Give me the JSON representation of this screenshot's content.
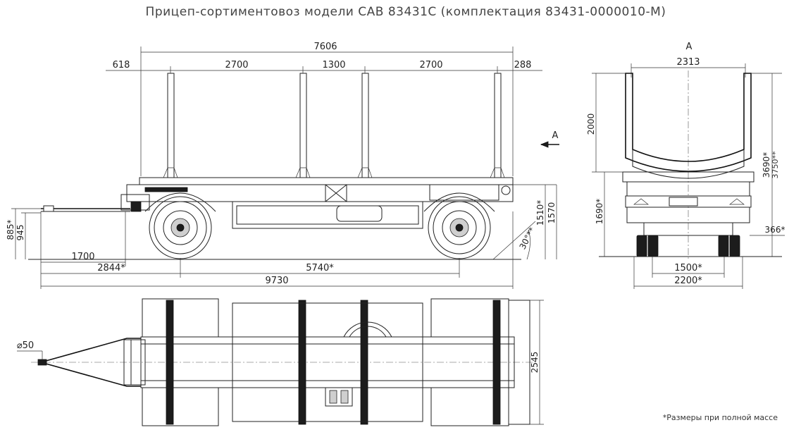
{
  "title": "Прицеп-сортиментовоз модели САВ 83431С (комплектация 83431-0000010-М)",
  "section_view_label": "А",
  "section_arrow_label": "А",
  "note": "*Размеры при полной массе",
  "side_view": {
    "overall_top": "7606",
    "top_segments": [
      "618",
      "2700",
      "1300",
      "2700",
      "288"
    ],
    "left_heights": [
      "885*",
      "945"
    ],
    "right_heights": [
      "1510*",
      "1570"
    ],
    "angle": "30°**",
    "bottom_1": "1700",
    "bottom_2a": "2844*",
    "bottom_2b": "5740*",
    "overall_length": "9730"
  },
  "rear_view": {
    "top_width": "2313",
    "stanchion_height": "2000",
    "total_height": "3690*",
    "total_height_alt": "3750**",
    "platform_height": "1690*",
    "ground_clearance": "366*",
    "track": "1500*",
    "overall_width": "2200*"
  },
  "top_view": {
    "hitch_diameter": "⌀50",
    "overall_width": "2545"
  }
}
